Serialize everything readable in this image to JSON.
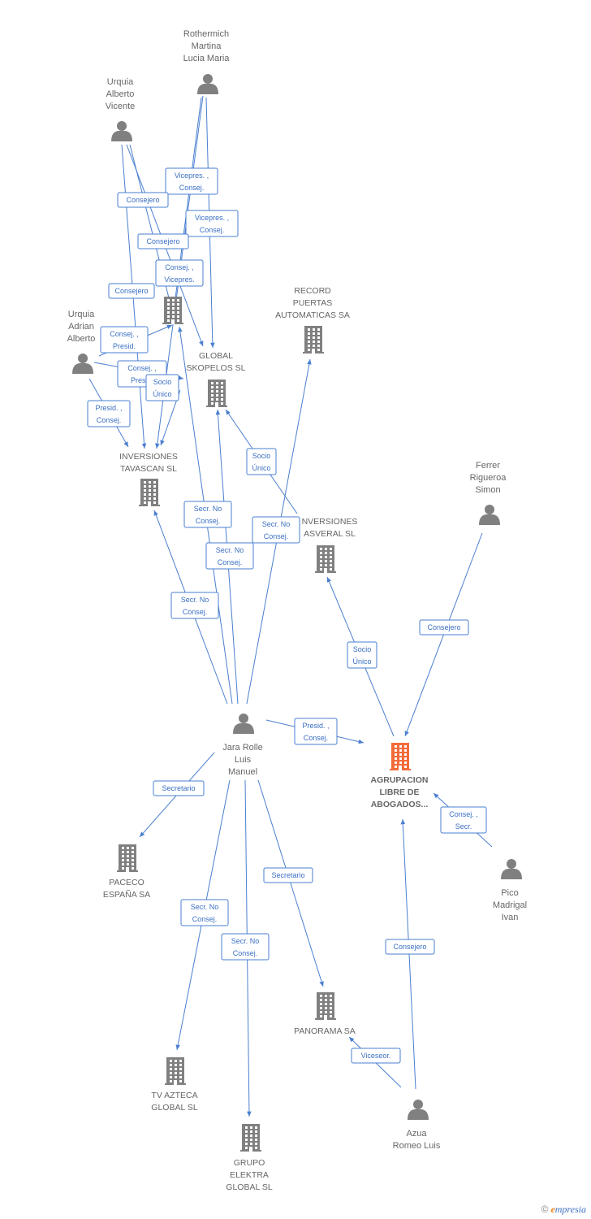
{
  "colors": {
    "edge": "#4a7fd0",
    "node": "#808080",
    "focus": "#f26b3a",
    "label": "#666666"
  },
  "nodes": [
    {
      "id": "rothermich",
      "kind": "person",
      "lines": [
        "Rothermich",
        "Martina",
        "Lucia Maria"
      ]
    },
    {
      "id": "urquia_vicente",
      "kind": "person",
      "lines": [
        "Urquia",
        "Alberto",
        "Vicente"
      ]
    },
    {
      "id": "urquia_adrian",
      "kind": "person",
      "lines": [
        "Urquia",
        "Adrian",
        "Alberto"
      ]
    },
    {
      "id": "hidden_company",
      "kind": "company",
      "lines": []
    },
    {
      "id": "record_puertas",
      "kind": "company",
      "lines": [
        "RECORD",
        "PUERTAS",
        "AUTOMATICAS SA"
      ]
    },
    {
      "id": "global_skopelos",
      "kind": "company",
      "lines": [
        "GLOBAL",
        "SKOPELOS SL"
      ]
    },
    {
      "id": "inversiones_tavascan",
      "kind": "company",
      "lines": [
        "INVERSIONES",
        "TAVASCAN SL"
      ]
    },
    {
      "id": "inversiones_asveral",
      "kind": "company",
      "lines": [
        "NVERSIONES",
        "ASVERAL SL"
      ]
    },
    {
      "id": "ferrer",
      "kind": "person",
      "lines": [
        "Ferrer",
        "Rigueroa",
        "Simon"
      ]
    },
    {
      "id": "jara",
      "kind": "person",
      "lines": [
        "Jara Rolle",
        "Luis",
        "Manuel"
      ]
    },
    {
      "id": "agrupacion",
      "kind": "focus",
      "lines": [
        "AGRUPACION",
        "LIBRE DE",
        "ABOGADOS..."
      ]
    },
    {
      "id": "paceco",
      "kind": "company",
      "lines": [
        "PACECO",
        "ESPAÑA SA"
      ]
    },
    {
      "id": "pico",
      "kind": "person",
      "lines": [
        "Pico",
        "Madrigal",
        "Ivan"
      ]
    },
    {
      "id": "panorama",
      "kind": "company",
      "lines": [
        "PANORAMA SA"
      ]
    },
    {
      "id": "tv_azteca",
      "kind": "company",
      "lines": [
        "TV AZTECA",
        "GLOBAL SL"
      ]
    },
    {
      "id": "grupo_elektra",
      "kind": "company",
      "lines": [
        "GRUPO",
        "ELEKTRA",
        "GLOBAL SL"
      ]
    },
    {
      "id": "azua",
      "kind": "person",
      "lines": [
        "Azua",
        "Romeo Luis"
      ]
    }
  ],
  "edges": [
    {
      "from": "rothermich",
      "to": "hidden_company",
      "label": [
        "Vicepres. ,",
        "Consej."
      ]
    },
    {
      "from": "rothermich",
      "to": "global_skopelos",
      "label": [
        "Vicepres. ,",
        "Consej."
      ]
    },
    {
      "from": "rothermich",
      "to": "inversiones_tavascan",
      "label": [
        "Consej. ,",
        "Vicepres."
      ]
    },
    {
      "from": "urquia_vicente",
      "to": "hidden_company",
      "label": [
        "Consejero"
      ]
    },
    {
      "from": "urquia_vicente",
      "to": "global_skopelos",
      "label": [
        "Consejero"
      ]
    },
    {
      "from": "urquia_vicente",
      "to": "inversiones_tavascan",
      "label": [
        "Consejero"
      ]
    },
    {
      "from": "urquia_adrian",
      "to": "hidden_company",
      "label": [
        "Consej. ,",
        "Presid."
      ]
    },
    {
      "from": "urquia_adrian",
      "to": "global_skopelos",
      "label": [
        "Consej. ,",
        "Presid."
      ]
    },
    {
      "from": "urquia_adrian",
      "to": "inversiones_tavascan",
      "label": [
        "Presid. ,",
        "Consej."
      ]
    },
    {
      "from": "hidden_company",
      "to": "global_skopelos",
      "label": [
        "Socio",
        "Único"
      ]
    },
    {
      "from": "inversiones_asveral",
      "to": "global_skopelos",
      "label": [
        "Socio",
        "Único"
      ]
    },
    {
      "from": "jara",
      "to": "hidden_company",
      "label": [
        "Secr. No",
        "Consej."
      ]
    },
    {
      "from": "jara",
      "to": "global_skopelos",
      "label": [
        "Secr. No",
        "Consej."
      ]
    },
    {
      "from": "jara",
      "to": "record_puertas",
      "label": [
        "Secr. No",
        "Consej."
      ]
    },
    {
      "from": "jara",
      "to": "inversiones_tavascan",
      "label": [
        "Secr. No",
        "Consej."
      ]
    },
    {
      "from": "agrupacion",
      "to": "inversiones_asveral",
      "label": [
        "Socio",
        "Único"
      ]
    },
    {
      "from": "ferrer",
      "to": "agrupacion",
      "label": [
        "Consejero"
      ]
    },
    {
      "from": "jara",
      "to": "agrupacion",
      "label": [
        "Presid. ,",
        "Consej."
      ]
    },
    {
      "from": "jara",
      "to": "paceco",
      "label": [
        "Secretario"
      ]
    },
    {
      "from": "pico",
      "to": "agrupacion",
      "label": [
        "Consej. ,",
        "Secr."
      ]
    },
    {
      "from": "jara",
      "to": "tv_azteca",
      "label": [
        "Secr. No",
        "Consej."
      ]
    },
    {
      "from": "jara",
      "to": "grupo_elektra",
      "label": [
        "Secr. No",
        "Consej."
      ]
    },
    {
      "from": "jara",
      "to": "panorama",
      "label": [
        "Secretario"
      ]
    },
    {
      "from": "azua",
      "to": "agrupacion",
      "label": [
        "Consejero"
      ]
    },
    {
      "from": "azua",
      "to": "panorama",
      "label": [
        "Viceseor."
      ]
    }
  ],
  "footer": {
    "copyright": "©",
    "brand_initial": "e",
    "brand_rest": "mpresia"
  }
}
